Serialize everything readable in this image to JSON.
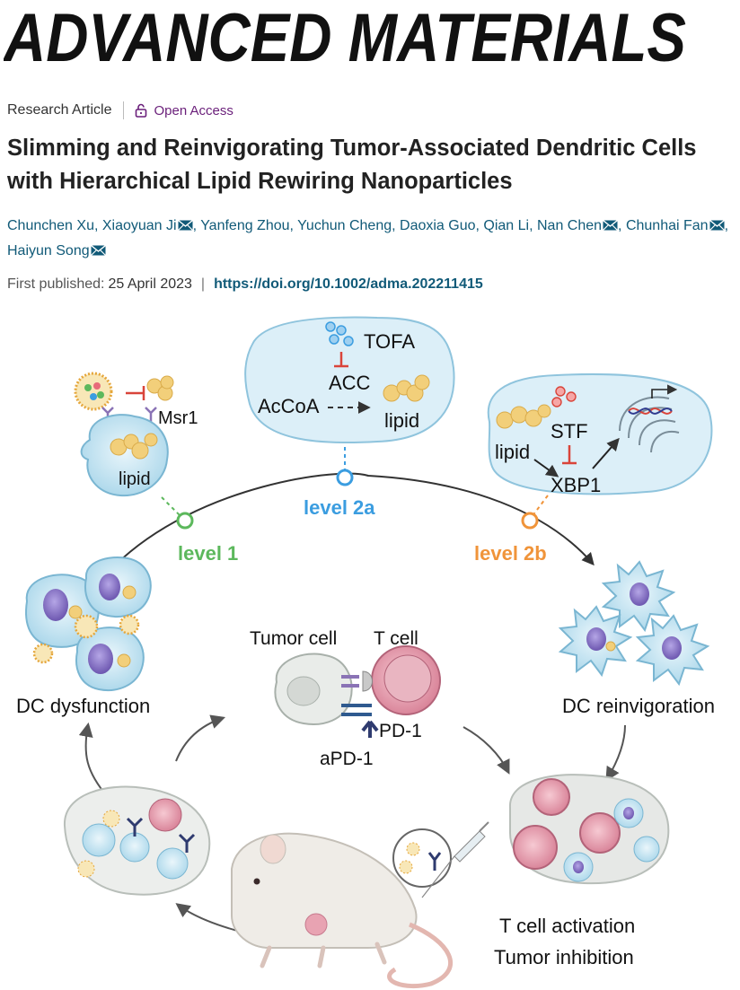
{
  "journal": {
    "name": "ADVANCED MATERIALS"
  },
  "article": {
    "type": "Research Article",
    "access": "Open Access",
    "title_line1": "Slimming and Reinvigorating Tumor-Associated Dendritic Cells",
    "title_line2": "with Hierarchical Lipid Rewiring Nanoparticles"
  },
  "authors": [
    {
      "name": "Chunchen Xu",
      "email": false
    },
    {
      "name": "Xiaoyuan Ji",
      "email": true
    },
    {
      "name": "Yanfeng Zhou",
      "email": false
    },
    {
      "name": "Yuchun Cheng",
      "email": false
    },
    {
      "name": "Daoxia Guo",
      "email": false
    },
    {
      "name": "Qian Li",
      "email": false
    },
    {
      "name": "Nan Chen",
      "email": true
    },
    {
      "name": "Chunhai Fan",
      "email": true
    },
    {
      "name": "Haiyun Song",
      "email": true
    }
  ],
  "publication": {
    "first_published_label": "First published:",
    "date": "25 April 2023",
    "doi": "https://doi.org/10.1002/adma.202211415"
  },
  "figure": {
    "labels": {
      "tofa": "TOFA",
      "acc": "ACC",
      "acoa": "AcCoA",
      "lipid_2a": "lipid",
      "msr1": "Msr1",
      "lipid_1": "lipid",
      "stf": "STF",
      "lipid_2b": "lipid",
      "xbp1": "XBP1",
      "level1": "level 1",
      "level2a": "level 2a",
      "level2b": "level 2b",
      "dc_dysfunction": "DC dysfunction",
      "tumor_cell": "Tumor cell",
      "t_cell": "T cell",
      "pd1": "PD-1",
      "apd1": "aPD-1",
      "dc_reinvigoration": "DC reinvigoration",
      "t_activation": "T cell activation",
      "tumor_inhibition": "Tumor inhibition"
    },
    "colors": {
      "level1": "#5cb85c",
      "level2a": "#3b9de0",
      "level2b": "#f0943a",
      "cell_fill": "#cfe8f3",
      "inhibit": "#d9443a",
      "lipid": "#f2cf7a",
      "nucleus": "#8d78c8",
      "tcell": "#e8a3b2"
    }
  }
}
